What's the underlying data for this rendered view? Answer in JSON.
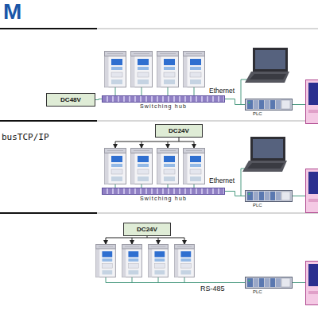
{
  "diagram": {
    "title": "M",
    "nodes": [
      {
        "text": [
          "DC48V"
        ]
      },
      {
        "text": [
          "Switching hub"
        ]
      },
      {
        "text": [
          "PLC"
        ]
      },
      {
        "text": [
          "DC24V"
        ]
      },
      {
        "text": [
          "Switching hub"
        ]
      },
      {
        "text": [
          "PLC"
        ]
      },
      {
        "text": [
          "DC24V"
        ]
      },
      {
        "text": [
          "PLC"
        ]
      }
    ],
    "edges": [
      {
        "from": 0,
        "to": 1,
        "arrow": "none"
      },
      {
        "from": 1,
        "to": 2,
        "arrow": "none",
        "label": "Ethernet"
      },
      {
        "from": 4,
        "to": 5,
        "arrow": "none",
        "label": "Ethernet"
      }
    ],
    "labels": [
      "busTCP/IP",
      "RS-485"
    ]
  }
}
